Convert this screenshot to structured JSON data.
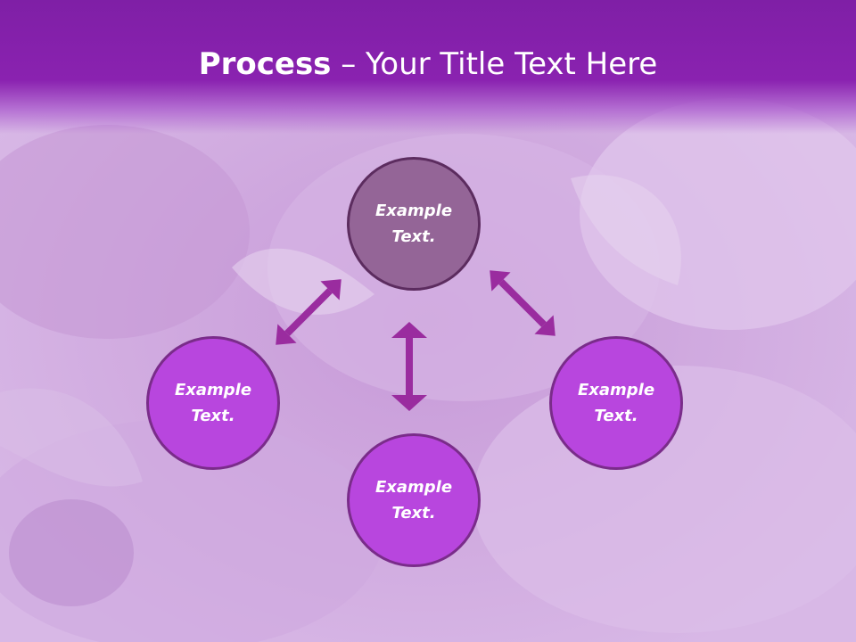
{
  "title": {
    "bold": "Process",
    "rest": " – Your Title Text Here"
  },
  "nodes": {
    "top": "Example Text.",
    "left": "Example Text.",
    "right": "Example Text.",
    "bottom": "Example Text."
  },
  "colors": {
    "title_bar": "#8a22b0",
    "center_node": "#946597",
    "outer_node": "#b846de",
    "arrow": "#9a2c9f"
  }
}
